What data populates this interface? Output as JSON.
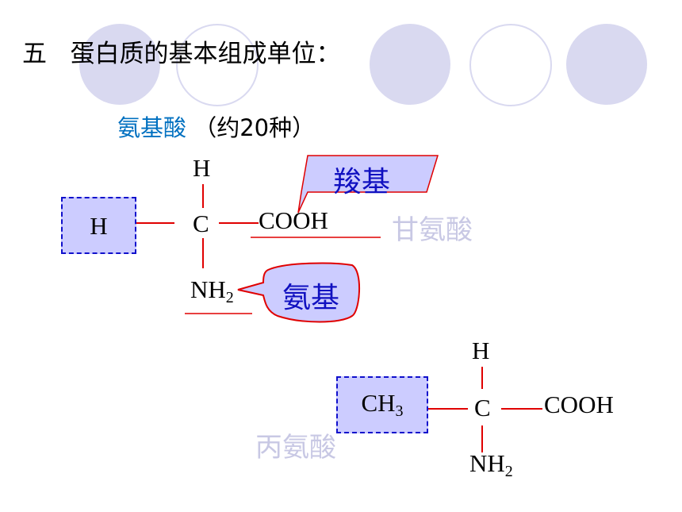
{
  "heading": {
    "number": "五",
    "text": "蛋白质的基本组成单位："
  },
  "subheading": {
    "term": "氨基酸",
    "note": "（约20种）"
  },
  "glycine": {
    "h_top": "H",
    "r_group": "H",
    "alpha_carbon": "C",
    "carboxyl": "COOH",
    "amino_base": "NH",
    "amino_sub": "2",
    "name": "甘氨酸"
  },
  "callouts": {
    "carboxyl_label": "羧基",
    "amino_label": "氨基"
  },
  "alanine": {
    "h_top": "H",
    "r_group_base": "CH",
    "r_group_sub": "3",
    "alpha_carbon": "C",
    "carboxyl": "COOH",
    "amino_base": "NH",
    "amino_sub": "2",
    "name": "丙氨酸"
  },
  "colors": {
    "bond": "#e00000",
    "r_box_fill": "#ccccff",
    "r_box_border": "#1010cc",
    "callout_fill": "#ccccff",
    "callout_text": "#1010c0",
    "decor_circle": "#d9d9f0",
    "ghost_text": "#c8c8e4",
    "subtitle_term": "#0070c0"
  }
}
